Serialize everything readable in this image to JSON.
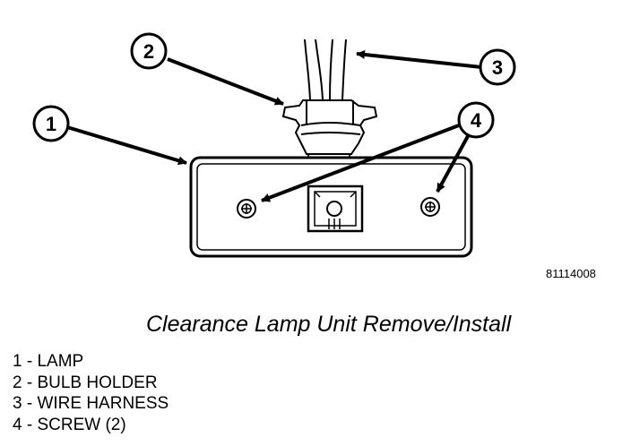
{
  "figure_id": "81114008",
  "caption": "Clearance Lamp Unit Remove/Install",
  "callouts": [
    "1",
    "2",
    "3",
    "4"
  ],
  "legend": [
    "1 - LAMP",
    "2 - BULB HOLDER",
    "3 - WIRE HARNESS",
    "4 - SCREW (2)"
  ],
  "colors": {
    "ink": "#000000",
    "paper": "#ffffff"
  }
}
